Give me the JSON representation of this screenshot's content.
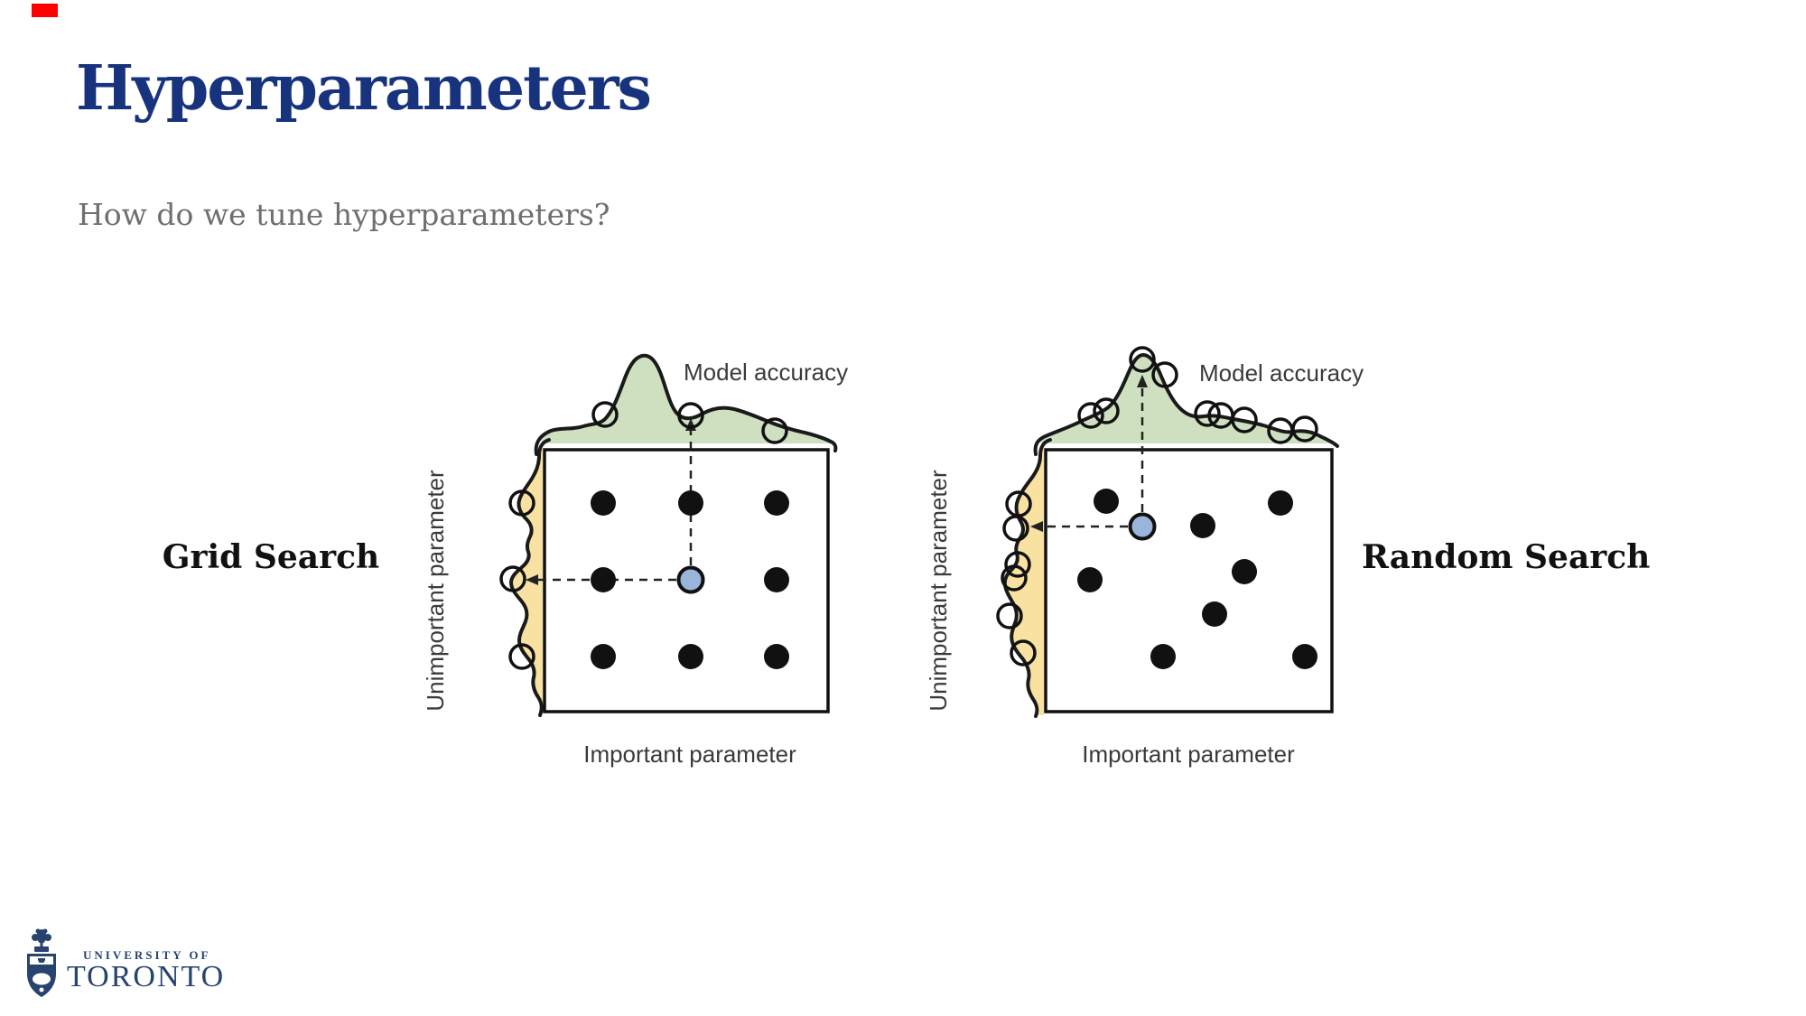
{
  "slide": {
    "title": "Hyperparameters",
    "subtitle": "How do we tune hyperparameters?"
  },
  "figure": {
    "panels": [
      {
        "id": "grid",
        "label": "Grid Search",
        "accuracy_label": "Model accuracy",
        "x_label": "Important parameter",
        "y_label": "Unimportant parameter",
        "black_points": [
          [
            668,
            557
          ],
          [
            765,
            557
          ],
          [
            860,
            557
          ],
          [
            668,
            642
          ],
          [
            860,
            642
          ],
          [
            668,
            727
          ],
          [
            765,
            727
          ],
          [
            860,
            727
          ]
        ],
        "blue_point": [
          765,
          642
        ],
        "top_curve_markers": [
          [
            670,
            459
          ],
          [
            765,
            460
          ],
          [
            858,
            477
          ]
        ],
        "side_curve_markers": [
          [
            578,
            557
          ],
          [
            568,
            641
          ],
          [
            578,
            727
          ]
        ]
      },
      {
        "id": "random",
        "label": "Random Search",
        "accuracy_label": "Model accuracy",
        "x_label": "Important parameter",
        "y_label": "Unimportant parameter",
        "black_points": [
          [
            1225,
            555
          ],
          [
            1418,
            557
          ],
          [
            1332,
            582
          ],
          [
            1207,
            642
          ],
          [
            1378,
            633
          ],
          [
            1345,
            680
          ],
          [
            1288,
            727
          ],
          [
            1445,
            727
          ]
        ],
        "blue_point": [
          1265,
          583
        ],
        "top_curve_markers": [
          [
            1208,
            460
          ],
          [
            1225,
            455
          ],
          [
            1265,
            398
          ],
          [
            1290,
            415
          ],
          [
            1337,
            458
          ],
          [
            1352,
            460
          ],
          [
            1378,
            465
          ],
          [
            1418,
            477
          ],
          [
            1445,
            475
          ]
        ],
        "side_curve_markers": [
          [
            1128,
            558
          ],
          [
            1125,
            585
          ],
          [
            1127,
            625
          ],
          [
            1123,
            640
          ],
          [
            1118,
            682
          ],
          [
            1133,
            723
          ]
        ]
      }
    ]
  },
  "logo": {
    "university_of": "UNIVERSITY OF",
    "toronto": "TORONTO"
  },
  "colors": {
    "title_navy": "#17337E",
    "subtitle_gray": "#6F6F6F",
    "accuracy_green": "#CFE0C0",
    "param_yellow": "#F9E2A1",
    "selected_point_blue": "#9AB4DC",
    "ink_black": "#111111",
    "logo_navy": "#27436E",
    "corner_red": "#FF0000"
  }
}
